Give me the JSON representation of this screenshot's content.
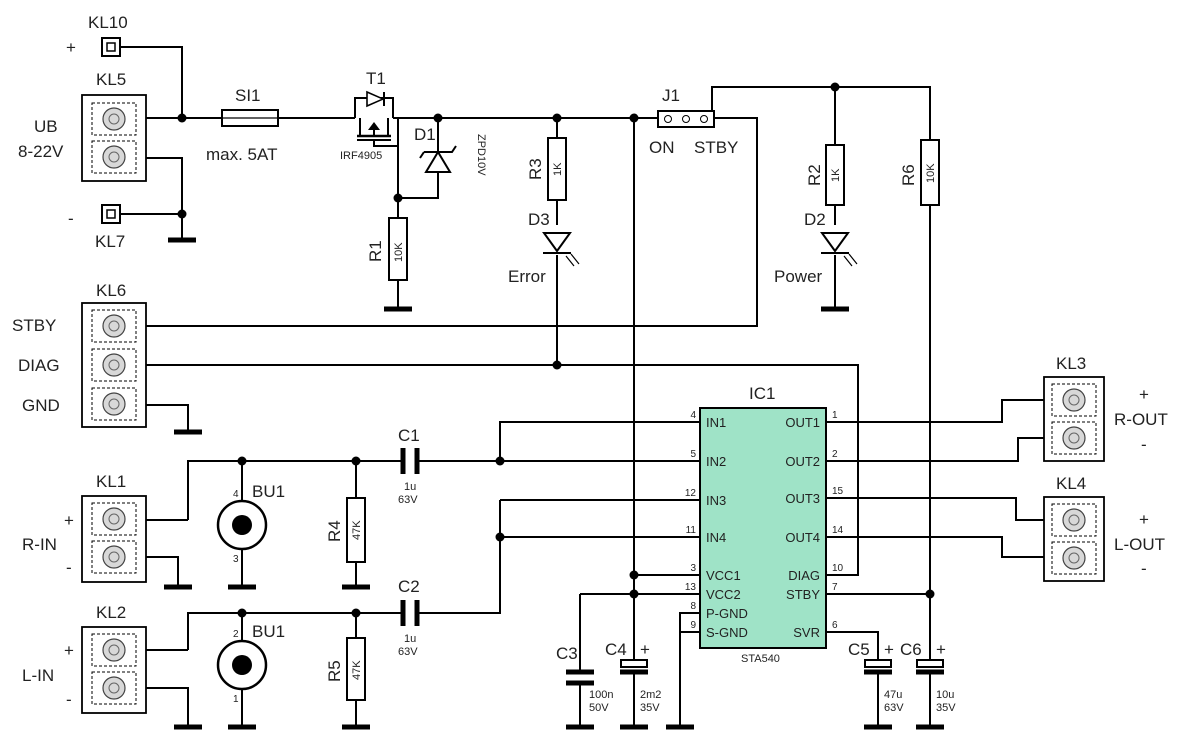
{
  "connectors": {
    "kl10": "KL10",
    "kl5": "KL5",
    "kl7": "KL7",
    "kl6": "KL6",
    "kl1": "KL1",
    "kl2": "KL2",
    "kl3": "KL3",
    "kl4": "KL4",
    "plus": "+",
    "minus": "-",
    "ub": "UB",
    "ub_range": "8-22V",
    "stby": "STBY",
    "diag": "DIAG",
    "gnd": "GND",
    "r_in": "R-IN",
    "l_in": "L-IN",
    "r_out": "R-OUT",
    "l_out": "L-OUT"
  },
  "components": {
    "si1": "SI1",
    "si1_rating": "max. 5AT",
    "t1": "T1",
    "t1_part": "IRF4905",
    "d1": "D1",
    "d1_part": "ZPD10V",
    "r1": "R1",
    "r1_value": "10K",
    "r3": "R3",
    "r3_value": "1K",
    "d3": "D3",
    "d3_label": "Error",
    "j1": "J1",
    "j1_on": "ON",
    "j1_stby": "STBY",
    "r2": "R2",
    "r2_value": "1K",
    "d2": "D2",
    "d2_label": "Power",
    "r6": "R6",
    "r6_value": "10K",
    "c1": "C1",
    "c1_value": "1u",
    "c1_voltage": "63V",
    "c2": "C2",
    "c2_value": "1u",
    "c2_voltage": "63V",
    "r4": "R4",
    "r4_value": "47K",
    "r5": "R5",
    "r5_value": "47K",
    "bu1_top": "BU1",
    "bu1_bottom": "BU1",
    "bu1_top_pin4": "4",
    "bu1_top_pin3": "3",
    "bu1_bottom_pin2": "2",
    "bu1_bottom_pin1": "1",
    "c3": "C3",
    "c3_value": "100n",
    "c3_voltage": "50V",
    "c4": "C4",
    "c4_value": "2m2",
    "c4_voltage": "35V",
    "c5": "C5",
    "c5_value": "47u",
    "c5_voltage": "63V",
    "c6": "C6",
    "c6_value": "10u",
    "c6_voltage": "35V"
  },
  "ic1": {
    "ref": "IC1",
    "part": "STA540",
    "left_pins": [
      {
        "num": "4",
        "name": "IN1"
      },
      {
        "num": "5",
        "name": "IN2"
      },
      {
        "num": "12",
        "name": "IN3"
      },
      {
        "num": "11",
        "name": "IN4"
      },
      {
        "num": "3",
        "name": "VCC1"
      },
      {
        "num": "13",
        "name": "VCC2"
      },
      {
        "num": "8",
        "name": "P-GND"
      },
      {
        "num": "9",
        "name": "S-GND"
      }
    ],
    "right_pins": [
      {
        "num": "1",
        "name": "OUT1"
      },
      {
        "num": "2",
        "name": "OUT2"
      },
      {
        "num": "15",
        "name": "OUT3"
      },
      {
        "num": "14",
        "name": "OUT4"
      },
      {
        "num": "10",
        "name": "DIAG"
      },
      {
        "num": "7",
        "name": "STBY"
      },
      {
        "num": "6",
        "name": "SVR"
      }
    ]
  }
}
